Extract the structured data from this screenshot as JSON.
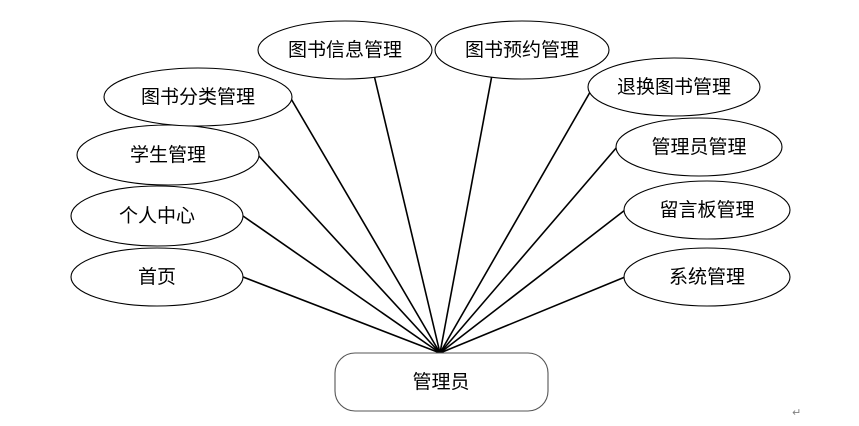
{
  "diagram": {
    "root": {
      "label": "管理员"
    },
    "children": [
      {
        "label": "首页"
      },
      {
        "label": "个人中心"
      },
      {
        "label": "学生管理"
      },
      {
        "label": "图书分类管理"
      },
      {
        "label": "图书信息管理"
      },
      {
        "label": "图书预约管理"
      },
      {
        "label": "退换图书管理"
      },
      {
        "label": "管理员管理"
      },
      {
        "label": "留言板管理"
      },
      {
        "label": "系统管理"
      }
    ],
    "paragraph_mark": "↵"
  }
}
